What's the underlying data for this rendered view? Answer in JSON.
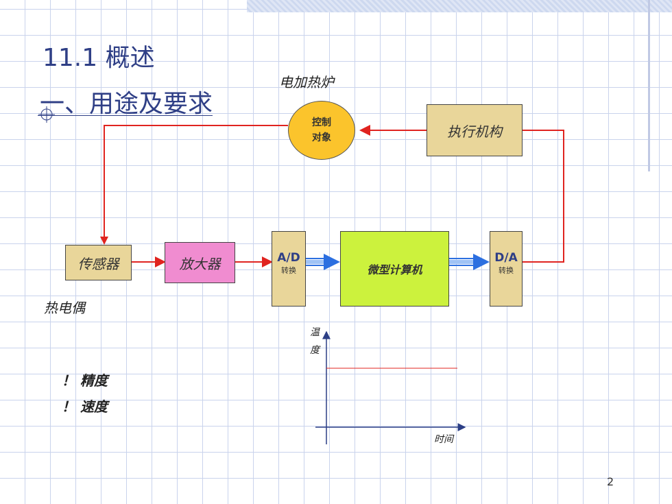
{
  "slide": {
    "title_line1": "11.1 概述",
    "title_line2": "一、用途及要求",
    "page_number": "2"
  },
  "diagram": {
    "furnace_label": "电加热炉",
    "control_object": [
      "控制",
      "对象"
    ],
    "actuator": "执行机构",
    "sensor": "传感器",
    "sensor_caption": "热电偶",
    "amplifier": "放大器",
    "ad_top": "A/D",
    "ad_bottom": "转换",
    "computer": "微型计算机",
    "da_top": "D/A",
    "da_bottom": "转换"
  },
  "requirements": [
    "！ 精度",
    "！ 速度"
  ],
  "graph": {
    "y_label_1": "温",
    "y_label_2": "度",
    "x_label": "时间"
  },
  "colors": {
    "title": "#2f3f86",
    "signal_line": "#e0231f",
    "digital_arrow": "#2c6fe0",
    "box_tan": "#e9d69a",
    "box_pink": "#f08cd0",
    "box_green": "#ccf23d",
    "circle": "#fbc42c"
  }
}
